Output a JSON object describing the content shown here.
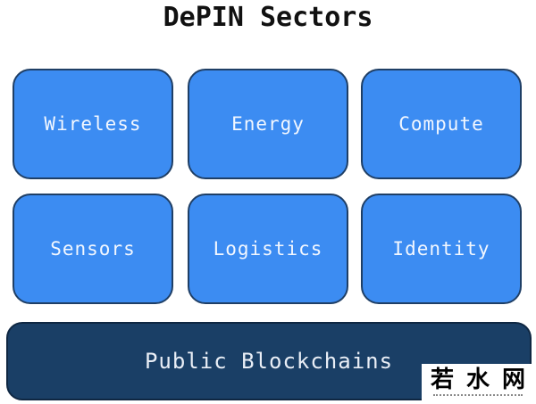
{
  "title": "DePIN Sectors",
  "colors": {
    "tile_fill": "#3c8cf2",
    "tile_border": "#1f3f66",
    "base_fill": "#1a3f66",
    "title_text": "#111111"
  },
  "sectors": [
    {
      "label": "Wireless"
    },
    {
      "label": "Energy"
    },
    {
      "label": "Compute"
    },
    {
      "label": "Sensors"
    },
    {
      "label": "Logistics"
    },
    {
      "label": "Identity"
    }
  ],
  "base": {
    "label": "Public Blockchains"
  },
  "watermark": {
    "chars": [
      "若",
      "水",
      "网"
    ]
  }
}
